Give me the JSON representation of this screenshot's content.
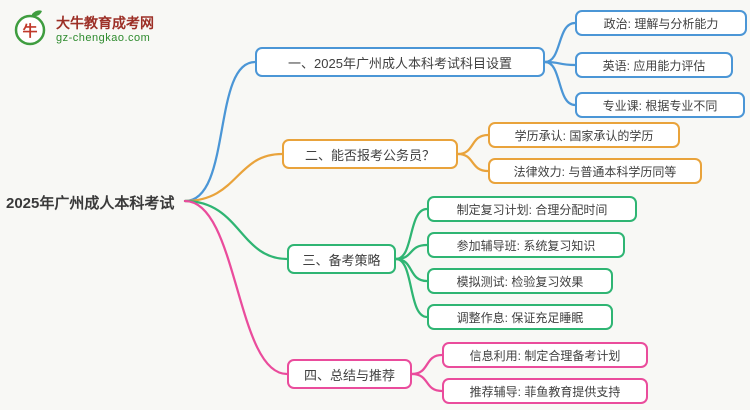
{
  "page": {
    "background": "#f8f8f5"
  },
  "site": {
    "name": "大牛教育成考网",
    "domain": "gz-chengkao.com",
    "name_color": "#9c2f26",
    "domain_color": "#2e8b2e",
    "logo_icon": "bull-seal-icon",
    "logo_green": "#3f9d3f",
    "logo_red": "#c0392b"
  },
  "mindmap": {
    "root": {
      "label": "2025年广州成人本科考试"
    },
    "branches": [
      {
        "label": "一、2025年广州成人本科考试科目设置",
        "color": "#4b96d6",
        "children": [
          {
            "text": "政治: 理解与分析能力"
          },
          {
            "text": "英语: 应用能力评估"
          },
          {
            "text": "专业课: 根据专业不同"
          }
        ]
      },
      {
        "label": "二、能否报考公务员？",
        "color": "#e9a33b",
        "children": [
          {
            "text": "学历承认: 国家承认的学历"
          },
          {
            "text": "法律效力: 与普通本科学历同等"
          }
        ]
      },
      {
        "label": "三、备考策略",
        "color": "#2fb573",
        "children": [
          {
            "text": "制定复习计划: 合理分配时间"
          },
          {
            "text": "参加辅导班: 系统复习知识"
          },
          {
            "text": "模拟测试: 检验复习效果"
          },
          {
            "text": "调整作息: 保证充足睡眠"
          }
        ]
      },
      {
        "label": "四、总结与推荐",
        "color": "#ea4c9c",
        "children": [
          {
            "text": "信息利用: 制定合理备考计划"
          },
          {
            "text": "推荐辅导: 菲鱼教育提供支持"
          }
        ]
      }
    ]
  }
}
